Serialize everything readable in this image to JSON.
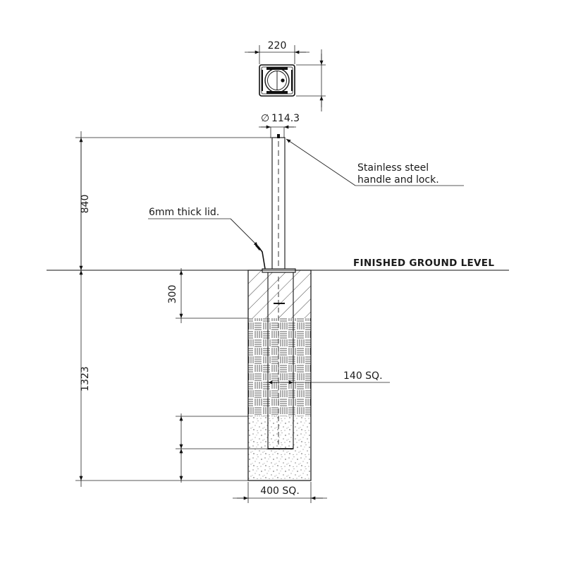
{
  "dimensions": {
    "top_width": "220",
    "diameter": "114.3",
    "height_above": "840",
    "depth_top": "300",
    "depth_total": "1323",
    "inner_square": "140 SQ.",
    "outer_square": "400 SQ."
  },
  "symbols": {
    "diameter": "∅"
  },
  "labels": {
    "handle": [
      "Stainless steel",
      "handle and lock."
    ],
    "lid": "6mm thick lid.",
    "ground": "FINISHED GROUND LEVEL"
  }
}
